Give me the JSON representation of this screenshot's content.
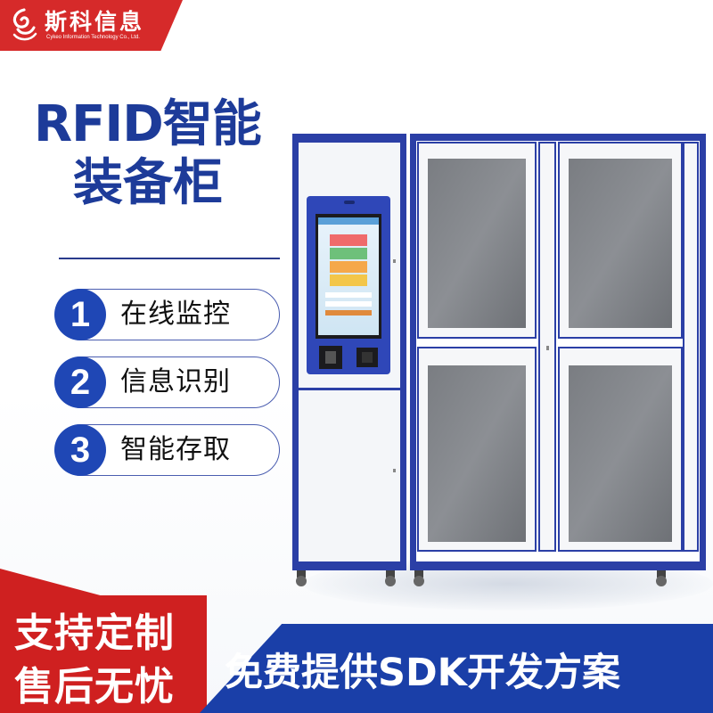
{
  "brand": {
    "name": "斯科信息",
    "subtitle": "Cykeo Information Technology Co., Ltd.",
    "logo_icon": "swirl-logo-icon"
  },
  "headline": {
    "line1": "RFID智能",
    "line2": "装备柜"
  },
  "features": [
    {
      "number": "1",
      "label": "在线监控"
    },
    {
      "number": "2",
      "label": "信息识别"
    },
    {
      "number": "3",
      "label": "智能存取"
    }
  ],
  "banners": {
    "custom": "支持定制",
    "after_sales": "售后无忧",
    "sdk": "免费提供SDK开发方案"
  },
  "colors": {
    "brand_red": "#cf2020",
    "brand_blue": "#1a3fa8",
    "headline_blue": "#1d3b99",
    "cabinet_frame": "#2b3fa6"
  }
}
